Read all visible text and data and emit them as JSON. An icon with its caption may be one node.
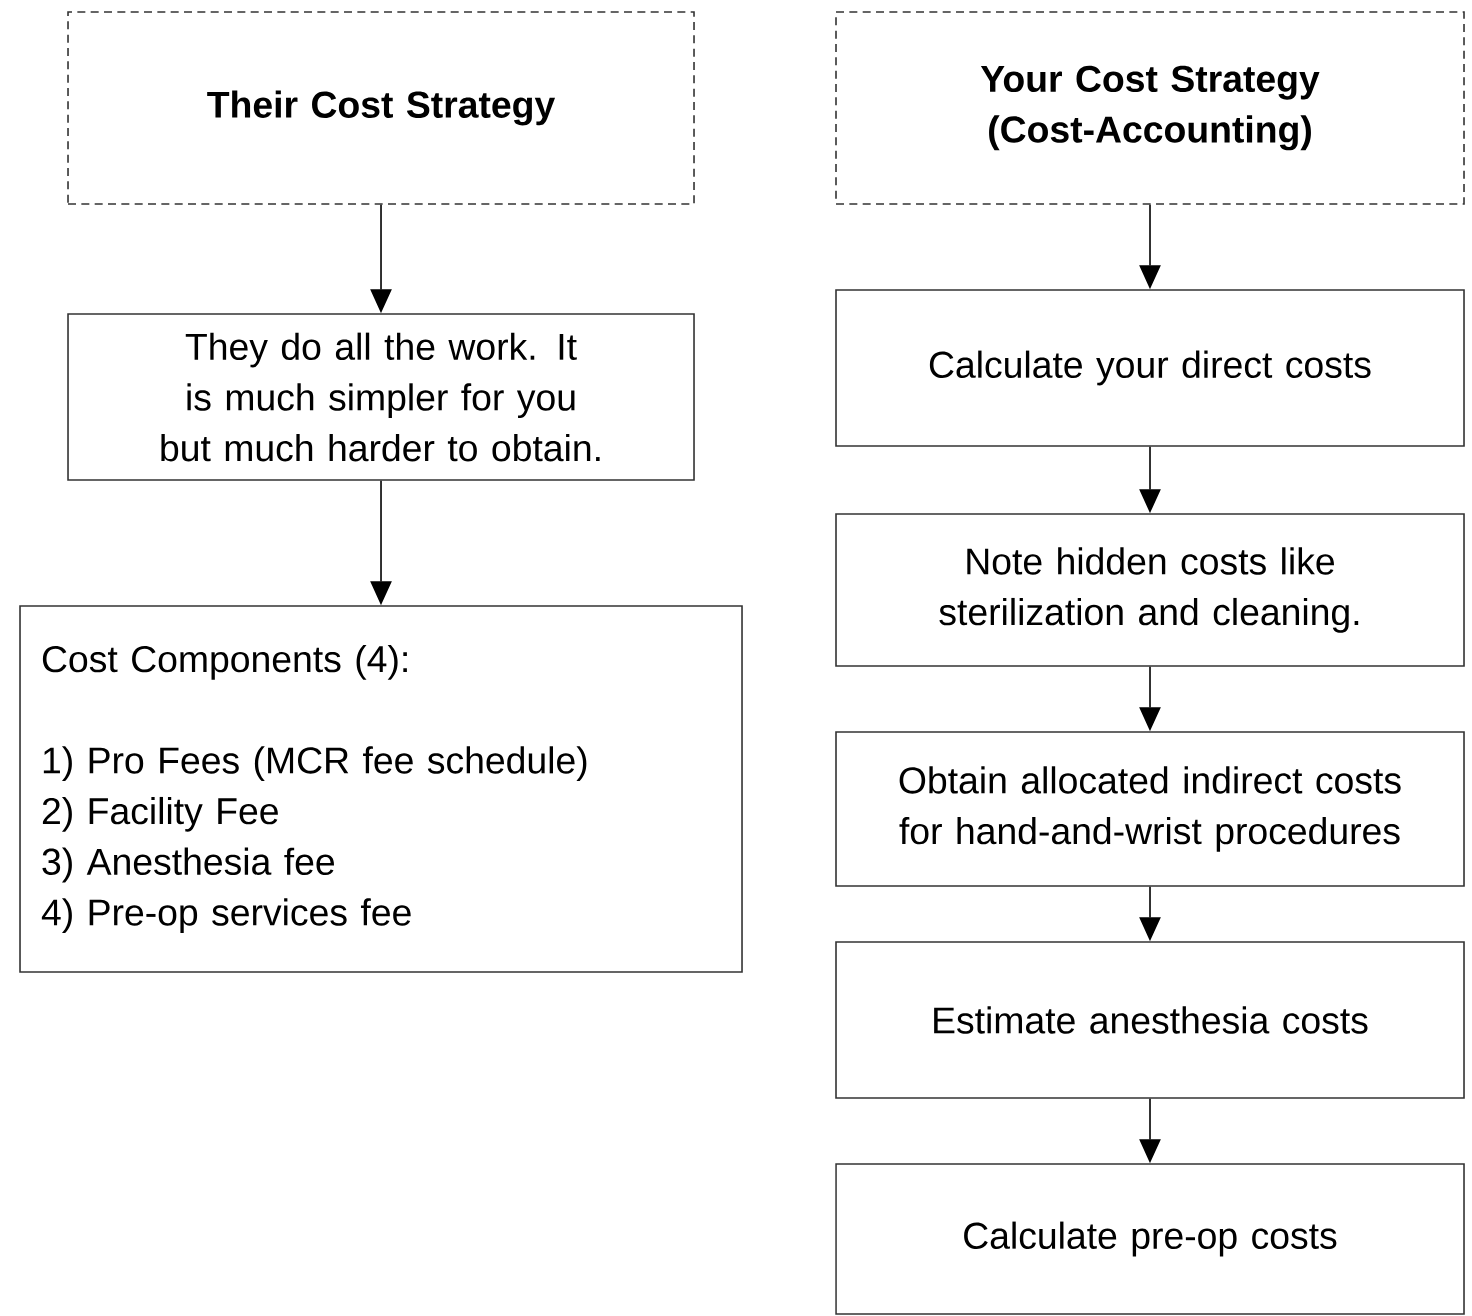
{
  "diagram": {
    "nodes": [
      {
        "text": [
          "Their Cost Strategy"
        ]
      },
      {
        "text": [
          "They do all the work. It is much simpler for you but much harder to obtain."
        ]
      },
      {
        "text": [
          "Cost Components (4):",
          "1) Pro Fees (MCR fee schedule)",
          "2) Facility Fee",
          "3) Anesthesia fee",
          "4) Pre-op services fee"
        ]
      },
      {
        "text": [
          "Your Cost Strategy (Cost-Accounting)"
        ]
      },
      {
        "text": [
          "Calculate your direct costs"
        ]
      },
      {
        "text": [
          "Note hidden costs like sterilization and cleaning."
        ]
      },
      {
        "text": [
          "Obtain allocated indirect costs for hand-and-wrist procedures"
        ]
      },
      {
        "text": [
          "Estimate anesthesia costs"
        ]
      },
      {
        "text": [
          "Calculate pre-op costs"
        ]
      }
    ],
    "edges": [
      {
        "from": 0,
        "to": 1,
        "arrow": "to"
      },
      {
        "from": 1,
        "to": 2,
        "arrow": "to"
      },
      {
        "from": 3,
        "to": 4,
        "arrow": "to"
      },
      {
        "from": 4,
        "to": 5,
        "arrow": "to"
      },
      {
        "from": 5,
        "to": 6,
        "arrow": "to"
      },
      {
        "from": 6,
        "to": 7,
        "arrow": "to"
      },
      {
        "from": 7,
        "to": 8,
        "arrow": "to"
      }
    ]
  }
}
